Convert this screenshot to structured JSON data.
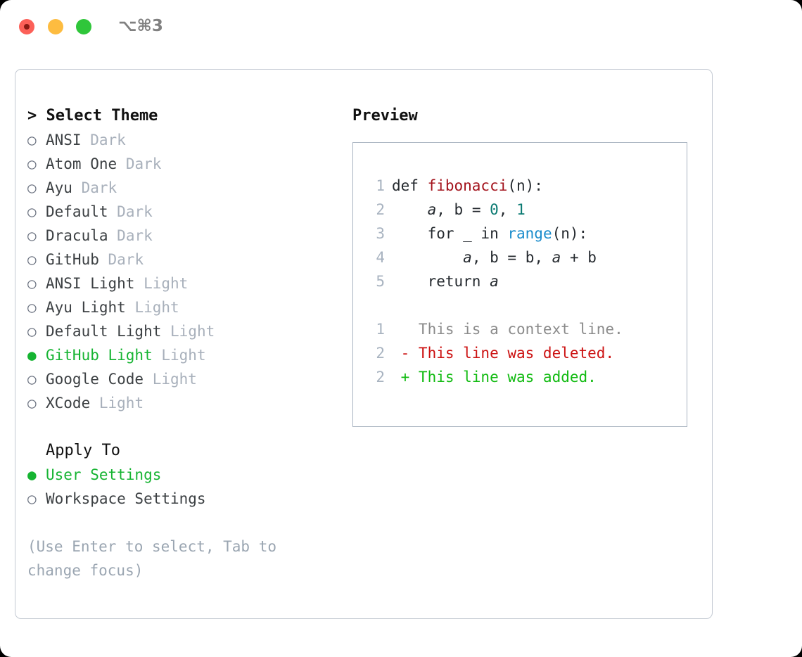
{
  "window": {
    "shortcut": "⌥⌘3",
    "traffic_lights": [
      {
        "name": "close",
        "color": "#fc6058"
      },
      {
        "name": "minimize",
        "color": "#fdbc40"
      },
      {
        "name": "zoom",
        "color": "#2fc63a"
      }
    ]
  },
  "theme_panel": {
    "header": "> Select Theme",
    "items": [
      {
        "marker": "○",
        "label": "ANSI",
        "variant": "Dark",
        "selected": false
      },
      {
        "marker": "○",
        "label": "Atom One",
        "variant": "Dark",
        "selected": false
      },
      {
        "marker": "○",
        "label": "Ayu",
        "variant": "Dark",
        "selected": false
      },
      {
        "marker": "○",
        "label": "Default",
        "variant": "Dark",
        "selected": false
      },
      {
        "marker": "○",
        "label": "Dracula",
        "variant": "Dark",
        "selected": false
      },
      {
        "marker": "○",
        "label": "GitHub",
        "variant": "Dark",
        "selected": false
      },
      {
        "marker": "○",
        "label": "ANSI Light",
        "variant": "Light",
        "selected": false
      },
      {
        "marker": "○",
        "label": "Ayu Light",
        "variant": "Light",
        "selected": false
      },
      {
        "marker": "○",
        "label": "Default Light",
        "variant": "Light",
        "selected": false
      },
      {
        "marker": "●",
        "label": "GitHub Light",
        "variant": "Light",
        "selected": true
      },
      {
        "marker": "○",
        "label": "Google Code",
        "variant": "Light",
        "selected": false
      },
      {
        "marker": "○",
        "label": "XCode",
        "variant": "Light",
        "selected": false
      }
    ]
  },
  "apply_to": {
    "header": "Apply To",
    "items": [
      {
        "marker": "●",
        "label": "User Settings",
        "selected": true
      },
      {
        "marker": "○",
        "label": "Workspace Settings",
        "selected": false
      }
    ]
  },
  "hint": "(Use Enter to select, Tab to change focus)",
  "preview": {
    "header": "Preview",
    "code_lines": [
      {
        "no": "1",
        "tokens": [
          {
            "t": "def ",
            "c": "plain"
          },
          {
            "t": "fibonacci",
            "c": "func"
          },
          {
            "t": "(n):",
            "c": "plain"
          }
        ]
      },
      {
        "no": "2",
        "tokens": [
          {
            "t": "    ",
            "c": "plain"
          },
          {
            "t": "a",
            "c": "var"
          },
          {
            "t": ", ",
            "c": "plain"
          },
          {
            "t": "b",
            "c": "plain"
          },
          {
            "t": " = ",
            "c": "plain"
          },
          {
            "t": "0",
            "c": "num"
          },
          {
            "t": ", ",
            "c": "plain"
          },
          {
            "t": "1",
            "c": "num"
          }
        ]
      },
      {
        "no": "3",
        "tokens": [
          {
            "t": "    for _ in ",
            "c": "plain"
          },
          {
            "t": "range",
            "c": "builtin"
          },
          {
            "t": "(n):",
            "c": "plain"
          }
        ]
      },
      {
        "no": "4",
        "tokens": [
          {
            "t": "        ",
            "c": "plain"
          },
          {
            "t": "a",
            "c": "var"
          },
          {
            "t": ", ",
            "c": "plain"
          },
          {
            "t": "b",
            "c": "plain"
          },
          {
            "t": " = ",
            "c": "plain"
          },
          {
            "t": "b",
            "c": "plain"
          },
          {
            "t": ", ",
            "c": "plain"
          },
          {
            "t": "a",
            "c": "var"
          },
          {
            "t": " + ",
            "c": "plain"
          },
          {
            "t": "b",
            "c": "plain"
          }
        ]
      },
      {
        "no": "5",
        "tokens": [
          {
            "t": "    return ",
            "c": "plain"
          },
          {
            "t": "a",
            "c": "var"
          }
        ]
      }
    ],
    "diff_lines": [
      {
        "no": "1",
        "tokens": [
          {
            "t": "   This is a context line.",
            "c": "ctx"
          }
        ]
      },
      {
        "no": "2",
        "tokens": [
          {
            "t": " - This line was deleted.",
            "c": "del"
          }
        ]
      },
      {
        "no": "2",
        "tokens": [
          {
            "t": " + This line was added.",
            "c": "add"
          }
        ]
      }
    ]
  },
  "colors": {
    "accent_green": "#16b432",
    "muted": "#a8b0bb",
    "panel_border": "#c3c9d2",
    "preview_border": "#a8b3c0",
    "diff_add": "#11bb11",
    "diff_del": "#cc1111",
    "syntax_func": "#a3131c",
    "syntax_num": "#0a7a72",
    "syntax_builtin": "#1a8ccc"
  }
}
